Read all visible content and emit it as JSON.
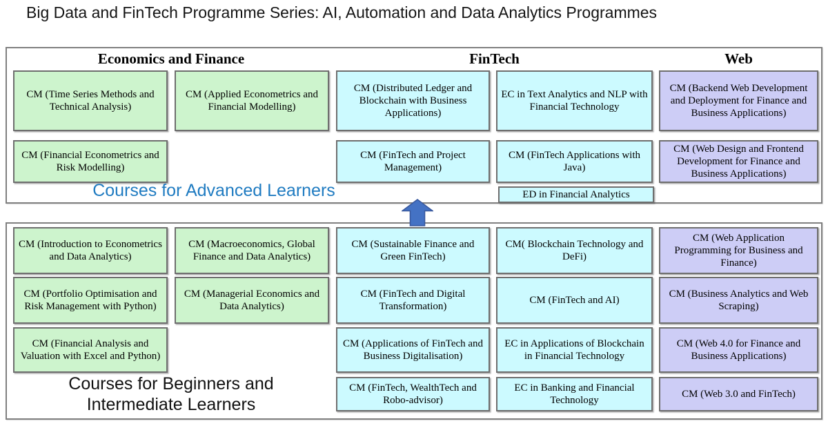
{
  "title": "Big Data and FinTech Programme Series: AI, Automation and Data Analytics Programmes",
  "colors": {
    "green": "#cdf4cd",
    "cyan": "#ccfaff",
    "purple": "#cdcdf6",
    "label_blue": "#1f7bc1",
    "arrow_fill": "#4472c4",
    "arrow_stroke": "#38589e"
  },
  "advanced_section": {
    "label": "Courses for Advanced Learners",
    "headers": [
      {
        "label": "Economics and Finance"
      },
      {
        "label": "FinTech"
      },
      {
        "label": "Web"
      }
    ],
    "courses": [
      {
        "text": "CM (Time Series Methods and Technical Analysis)"
      },
      {
        "text": "CM (Applied Econometrics and Financial Modelling)"
      },
      {
        "text": "CM (Distributed Ledger and Blockchain with Business Applications)"
      },
      {
        "text": "EC in Text Analytics and NLP with Financial Technology"
      },
      {
        "text": "CM (Backend Web Development and Deployment for Finance and Business Applications)"
      },
      {
        "text": "CM (Financial Econometrics and Risk Modelling)"
      },
      {
        "text": "CM (FinTech and Project Management)"
      },
      {
        "text": "CM (FinTech Applications with Java)"
      },
      {
        "text": "CM (Web Design and Frontend Development for Finance and Business Applications)"
      },
      {
        "text": "ED in Financial Analytics"
      }
    ]
  },
  "beginner_section": {
    "label_lines": [
      "Courses for Beginners and",
      "Intermediate Learners"
    ],
    "courses": [
      {
        "text": "CM (Introduction to Econometrics and Data Analytics)"
      },
      {
        "text": "CM (Macroeconomics, Global Finance and Data Analytics)"
      },
      {
        "text": "CM (Sustainable Finance and Green FinTech)"
      },
      {
        "text": "CM( Blockchain Technology and DeFi)"
      },
      {
        "text": "CM (Web Application Programming for Business and Finance)"
      },
      {
        "text": "CM (Portfolio Optimisation and Risk Management with Python)"
      },
      {
        "text": "CM (Managerial Economics and Data Analytics)"
      },
      {
        "text": "CM (FinTech and Digital Transformation)"
      },
      {
        "text": "CM (FinTech and AI)"
      },
      {
        "text": "CM (Business Analytics and Web Scraping)"
      },
      {
        "text": "CM (Financial Analysis and Valuation with Excel and Python)"
      },
      {
        "text": "CM (Applications of FinTech and Business Digitalisation)"
      },
      {
        "text": "EC in Applications of Blockchain in Financial Technology"
      },
      {
        "text": "CM (Web 4.0 for Finance and Business Applications)"
      },
      {
        "text": "CM (FinTech, WealthTech and Robo-advisor)"
      },
      {
        "text": "EC in Banking and Financial Technology"
      },
      {
        "text": "CM (Web 3.0 and FinTech)"
      }
    ]
  }
}
